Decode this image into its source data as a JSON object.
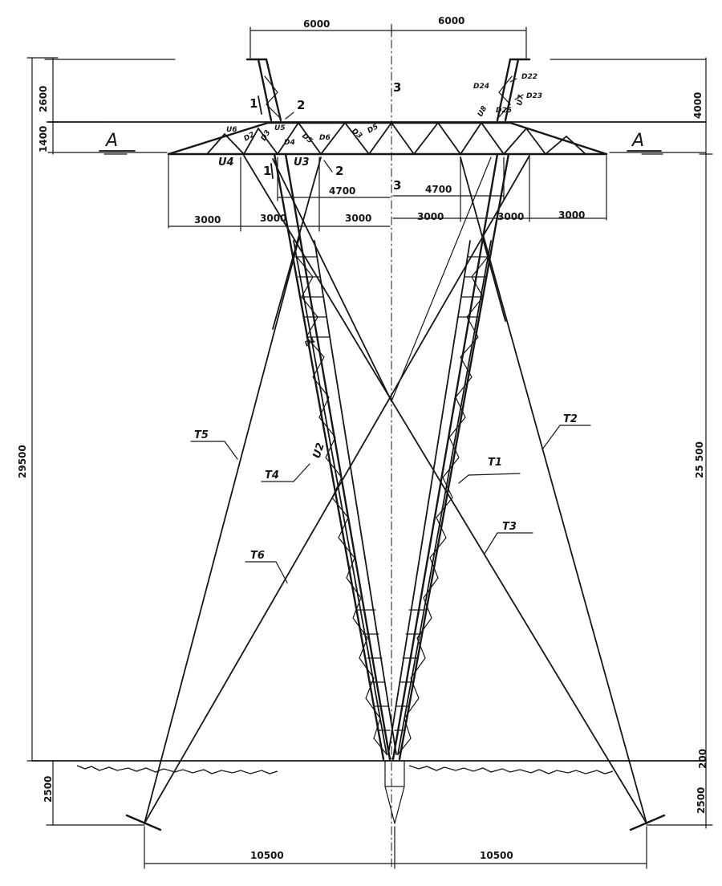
{
  "dimensions": {
    "top_left_span": "6000",
    "top_right_span": "6000",
    "left_upper_height": "2600",
    "left_lower_height": "1400",
    "right_top_height": "4000",
    "span_3000_a": "3000",
    "span_3000_b": "3000",
    "span_3000_c": "3000",
    "span_3000_d": "3000",
    "span_3000_e": "3000",
    "span_3000_f": "3000",
    "span_4700_left": "4700",
    "span_4700_right": "4700",
    "total_height_left": "29500",
    "total_height_right": "25 500",
    "foundation_left": "2500",
    "foundation_right": "2500",
    "pad_right": "200",
    "base_left": "10500",
    "base_right": "10500"
  },
  "section_marks": {
    "left": "A",
    "right": "A"
  },
  "callouts": {
    "left_upper_1": "1",
    "left_upper_2": "2",
    "left_lower_1": "1",
    "left_lower_2": "2",
    "center_top_3": "3",
    "center_mid_3": "3"
  },
  "member_labels": {
    "U6": "U6",
    "U5": "U5",
    "U4": "U4",
    "U3": "U3",
    "U2": "U2",
    "U8": "U8",
    "U7": "U7",
    "D2": "D2",
    "D3": "D3",
    "D4": "D4",
    "D5": "D5",
    "D6": "D6",
    "D3b": "D3",
    "D5b": "D5",
    "D1": "D1",
    "D22": "D22",
    "D23": "D23",
    "D24": "D24",
    "D25": "D25",
    "T1": "T1",
    "T2": "T2",
    "T3": "T3",
    "T4": "T4",
    "T5": "T5",
    "T6": "T6"
  },
  "colors": {
    "ink": "#161616",
    "paper": "#ffffff"
  }
}
